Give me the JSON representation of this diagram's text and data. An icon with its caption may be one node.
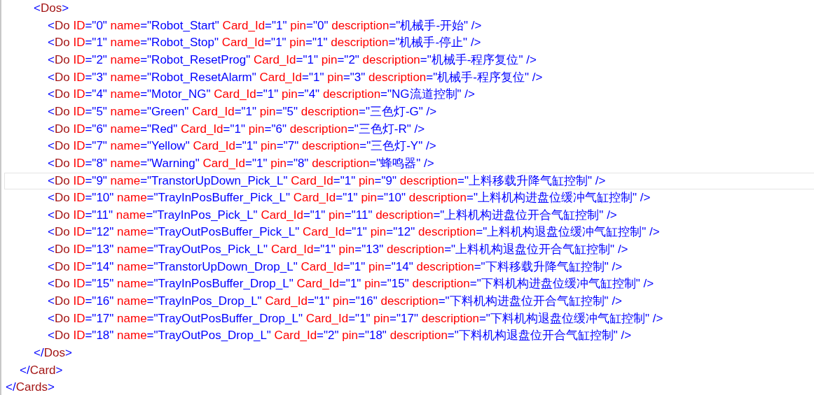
{
  "diagram": {
    "labels": [
      "<Dos>",
      "<Do ID=\"0\" name=\"Robot_Start\" Card_Id=\"1\" pin=\"0\" description=\"机械手-开始\" />",
      "<Do ID=\"1\" name=\"Robot_Stop\" Card_Id=\"1\" pin=\"1\" description=\"机械手-停止\" />",
      "<Do ID=\"2\" name=\"Robot_ResetProg\" Card_Id=\"1\" pin=\"2\" description=\"机械手-程序复位\" />",
      "<Do ID=\"3\" name=\"Robot_ResetAlarm\" Card_Id=\"1\" pin=\"3\" description=\"机械手-程序复位\" />",
      "<Do ID=\"4\" name=\"Motor_NG\" Card_Id=\"1\" pin=\"4\" description=\"NG流道控制\" />",
      "<Do ID=\"5\" name=\"Green\" Card_Id=\"1\" pin=\"5\" description=\"三色灯-G\" />",
      "<Do ID=\"6\" name=\"Red\" Card_Id=\"1\" pin=\"6\" description=\"三色灯-R\" />",
      "<Do ID=\"7\" name=\"Yellow\" Card_Id=\"1\" pin=\"7\" description=\"三色灯-Y\" />",
      "<Do ID=\"8\" name=\"Warning\" Card_Id=\"1\" pin=\"8\" description=\"蜂鸣器\" />",
      "<Do ID=\"9\" name=\"TranstorUpDown_Pick_L\" Card_Id=\"1\" pin=\"9\" description=\"上料移载升降气缸控制\" />",
      "<Do ID=\"10\" name=\"TrayInPosBuffer_Pick_L\" Card_Id=\"1\" pin=\"10\" description=\"上料机构进盘位缓冲气缸控制\" />",
      "<Do ID=\"11\" name=\"TrayInPos_Pick_L\" Card_Id=\"1\" pin=\"11\" description=\"上料机构进盘位开合气缸控制\" />",
      "<Do ID=\"12\" name=\"TrayOutPosBuffer_Pick_L\" Card_Id=\"1\" pin=\"12\" description=\"上料机构退盘位缓冲气缸控制\" />",
      "<Do ID=\"13\" name=\"TrayOutPos_Pick_L\" Card_Id=\"1\" pin=\"13\" description=\"上料机构退盘位开合气缸控制\" />",
      "<Do ID=\"14\" name=\"TranstorUpDown_Drop_L\" Card_Id=\"1\" pin=\"14\" description=\"下料移载升降气缸控制\" />",
      "<Do ID=\"15\" name=\"TrayInPosBuffer_Drop_L\" Card_Id=\"1\" pin=\"15\" description=\"下料机构进盘位缓冲气缸控制\" />",
      "<Do ID=\"16\" name=\"TrayInPos_Drop_L\" Card_Id=\"1\" pin=\"16\" description=\"下料机构进盘位开合气缸控制\" />",
      "<Do ID=\"17\" name=\"TrayOutPosBuffer_Drop_L\" Card_Id=\"1\" pin=\"17\" description=\"下料机构退盘位缓冲气缸控制\" />",
      "<Do ID=\"18\" name=\"TrayOutPos_Drop_L\" Card_Id=\"2\" pin=\"18\" description=\"下料机构退盘位开合气缸控制\" />",
      "</Dos>",
      "</Card>",
      "</Cards>"
    ]
  }
}
